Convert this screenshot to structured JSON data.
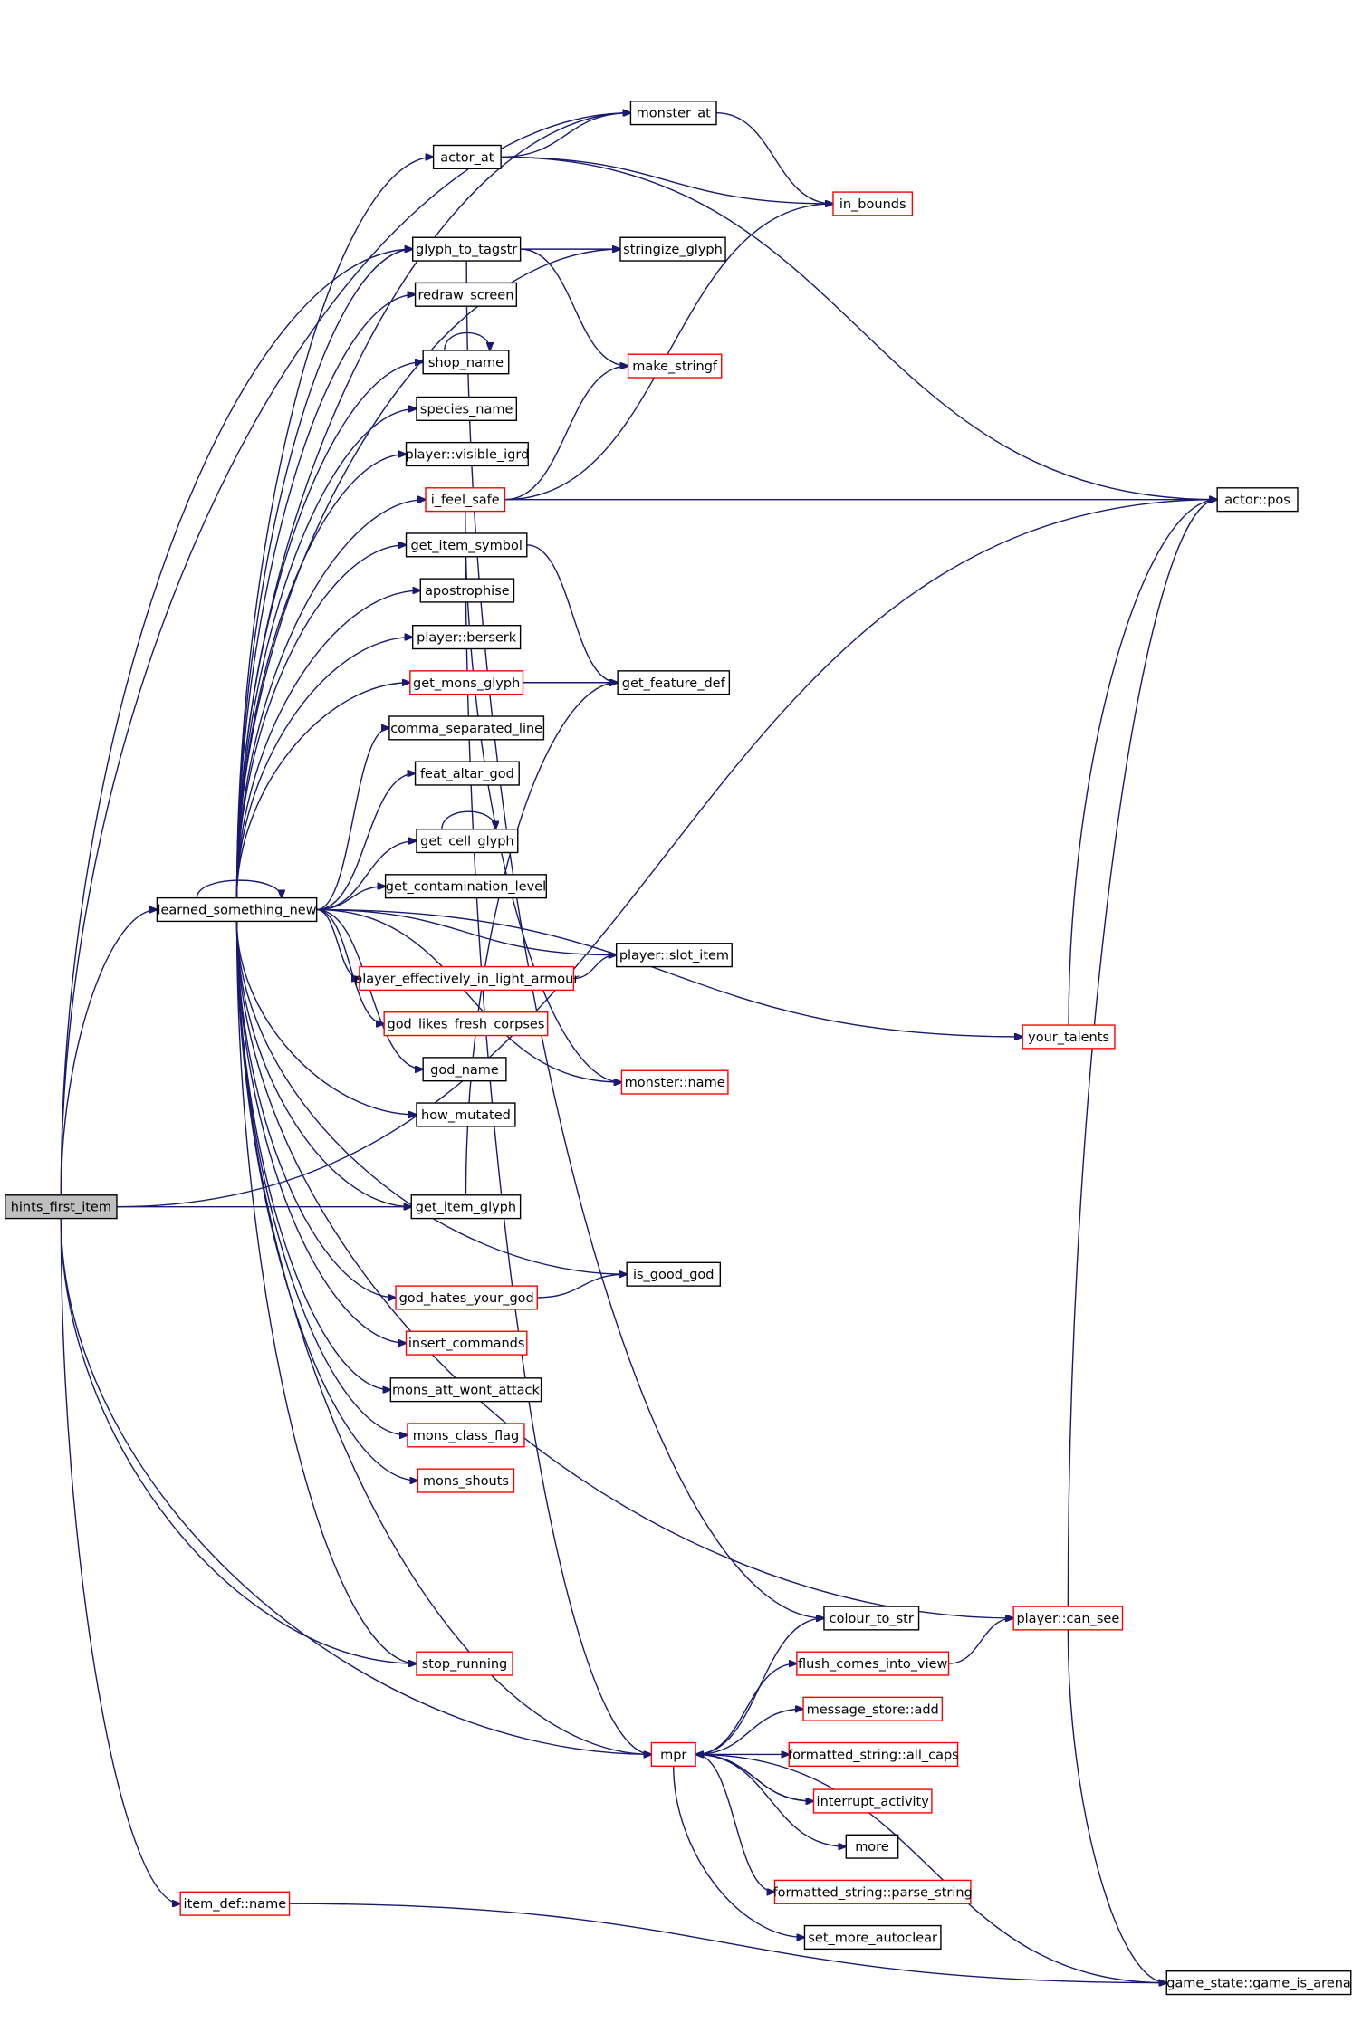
{
  "colors": {
    "edge": "#191970",
    "border_normal": "#000000",
    "border_external": "#ff0000",
    "fill_normal": "#ffffff",
    "fill_root": "#bfbfbf"
  },
  "nodes": {
    "hints_first_item": "hints_first_item",
    "learned_something_new": "learned_something_new",
    "item_def_name": "item_def::name",
    "monster_at": "monster_at",
    "actor_at": "actor_at",
    "in_bounds": "in_bounds",
    "glyph_to_tagstr": "glyph_to_tagstr",
    "stringize_glyph": "stringize_glyph",
    "redraw_screen": "redraw_screen",
    "shop_name": "shop_name",
    "make_stringf": "make_stringf",
    "species_name": "species_name",
    "player_visible_igrd": "player::visible_igrd",
    "i_feel_safe": "i_feel_safe",
    "actor_pos": "actor::pos",
    "get_item_symbol": "get_item_symbol",
    "apostrophise": "apostrophise",
    "player_berserk": "player::berserk",
    "get_mons_glyph": "get_mons_glyph",
    "get_feature_def": "get_feature_def",
    "comma_separated_line": "comma_separated_line",
    "feat_altar_god": "feat_altar_god",
    "get_cell_glyph": "get_cell_glyph",
    "get_contamination_level": "get_contamination_level",
    "player_slot_item": "player::slot_item",
    "player_effectively_in_light_armour": "player_effectively_in_light_armour",
    "god_likes_fresh_corpses": "god_likes_fresh_corpses",
    "your_talents": "your_talents",
    "god_name": "god_name",
    "monster_name": "monster::name",
    "how_mutated": "how_mutated",
    "get_item_glyph": "get_item_glyph",
    "is_good_god": "is_good_god",
    "god_hates_your_god": "god_hates_your_god",
    "insert_commands": "insert_commands",
    "mons_att_wont_attack": "mons_att_wont_attack",
    "mons_class_flag": "mons_class_flag",
    "mons_shouts": "mons_shouts",
    "colour_to_str": "colour_to_str",
    "player_can_see": "player::can_see",
    "stop_running": "stop_running",
    "flush_comes_into_view": "flush_comes_into_view",
    "message_store_add": "message_store::add",
    "mpr": "mpr",
    "formatted_string_all_caps": "formatted_string::all_caps",
    "interrupt_activity": "interrupt_activity",
    "more": "more",
    "formatted_string_parse_string": "formatted_string::parse_string",
    "set_more_autoclear": "set_more_autoclear",
    "game_state_game_is_arena": "game_state::game_is_arena"
  },
  "external_nodes": [
    "in_bounds",
    "make_stringf",
    "i_feel_safe",
    "get_mons_glyph",
    "player_effectively_in_light_armour",
    "god_likes_fresh_corpses",
    "your_talents",
    "monster_name",
    "god_hates_your_god",
    "insert_commands",
    "mons_class_flag",
    "mons_shouts",
    "player_can_see",
    "stop_running",
    "flush_comes_into_view",
    "message_store_add",
    "mpr",
    "formatted_string_all_caps",
    "interrupt_activity",
    "formatted_string_parse_string",
    "item_def_name"
  ],
  "root_node": "hints_first_item",
  "edges": [
    [
      "hints_first_item",
      "learned_something_new"
    ],
    [
      "hints_first_item",
      "monster_at"
    ],
    [
      "hints_first_item",
      "actor_pos"
    ],
    [
      "hints_first_item",
      "glyph_to_tagstr"
    ],
    [
      "hints_first_item",
      "get_item_glyph"
    ],
    [
      "hints_first_item",
      "stop_running"
    ],
    [
      "hints_first_item",
      "mpr"
    ],
    [
      "hints_first_item",
      "item_def_name"
    ],
    [
      "learned_something_new",
      "learned_something_new"
    ],
    [
      "learned_something_new",
      "monster_at"
    ],
    [
      "learned_something_new",
      "actor_at"
    ],
    [
      "learned_something_new",
      "stringize_glyph"
    ],
    [
      "learned_something_new",
      "glyph_to_tagstr"
    ],
    [
      "learned_something_new",
      "redraw_screen"
    ],
    [
      "learned_something_new",
      "shop_name"
    ],
    [
      "learned_something_new",
      "species_name"
    ],
    [
      "learned_something_new",
      "player_visible_igrd"
    ],
    [
      "learned_something_new",
      "i_feel_safe"
    ],
    [
      "learned_something_new",
      "get_item_symbol"
    ],
    [
      "learned_something_new",
      "apostrophise"
    ],
    [
      "learned_something_new",
      "player_berserk"
    ],
    [
      "learned_something_new",
      "get_mons_glyph"
    ],
    [
      "learned_something_new",
      "comma_separated_line"
    ],
    [
      "learned_something_new",
      "feat_altar_god"
    ],
    [
      "learned_something_new",
      "get_cell_glyph"
    ],
    [
      "learned_something_new",
      "get_contamination_level"
    ],
    [
      "learned_something_new",
      "player_slot_item"
    ],
    [
      "learned_something_new",
      "player_effectively_in_light_armour"
    ],
    [
      "learned_something_new",
      "god_likes_fresh_corpses"
    ],
    [
      "learned_something_new",
      "god_name"
    ],
    [
      "learned_something_new",
      "how_mutated"
    ],
    [
      "learned_something_new",
      "monster_name"
    ],
    [
      "learned_something_new",
      "get_item_glyph"
    ],
    [
      "learned_something_new",
      "is_good_god"
    ],
    [
      "learned_something_new",
      "god_hates_your_god"
    ],
    [
      "learned_something_new",
      "insert_commands"
    ],
    [
      "learned_something_new",
      "mons_att_wont_attack"
    ],
    [
      "learned_something_new",
      "mons_class_flag"
    ],
    [
      "learned_something_new",
      "mons_shouts"
    ],
    [
      "learned_something_new",
      "your_talents"
    ],
    [
      "learned_something_new",
      "player_can_see"
    ],
    [
      "learned_something_new",
      "stop_running"
    ],
    [
      "learned_something_new",
      "mpr"
    ],
    [
      "actor_at",
      "monster_at"
    ],
    [
      "actor_at",
      "in_bounds"
    ],
    [
      "actor_at",
      "actor_pos"
    ],
    [
      "monster_at",
      "in_bounds"
    ],
    [
      "glyph_to_tagstr",
      "stringize_glyph"
    ],
    [
      "glyph_to_tagstr",
      "make_stringf"
    ],
    [
      "glyph_to_tagstr",
      "colour_to_str"
    ],
    [
      "shop_name",
      "shop_name"
    ],
    [
      "i_feel_safe",
      "make_stringf"
    ],
    [
      "i_feel_safe",
      "in_bounds"
    ],
    [
      "i_feel_safe",
      "actor_pos"
    ],
    [
      "i_feel_safe",
      "monster_name"
    ],
    [
      "i_feel_safe",
      "mpr"
    ],
    [
      "get_item_symbol",
      "get_feature_def"
    ],
    [
      "get_mons_glyph",
      "get_feature_def"
    ],
    [
      "get_cell_glyph",
      "get_cell_glyph"
    ],
    [
      "player_effectively_in_light_armour",
      "player_slot_item"
    ],
    [
      "get_item_glyph",
      "get_feature_def"
    ],
    [
      "god_hates_your_god",
      "is_good_god"
    ],
    [
      "your_talents",
      "actor_pos"
    ],
    [
      "player_can_see",
      "actor_pos"
    ],
    [
      "player_can_see",
      "game_state_game_is_arena"
    ],
    [
      "flush_comes_into_view",
      "player_can_see"
    ],
    [
      "mpr",
      "colour_to_str"
    ],
    [
      "mpr",
      "flush_comes_into_view"
    ],
    [
      "mpr",
      "message_store_add"
    ],
    [
      "mpr",
      "formatted_string_all_caps"
    ],
    [
      "mpr",
      "interrupt_activity"
    ],
    [
      "mpr",
      "more"
    ],
    [
      "mpr",
      "formatted_string_parse_string"
    ],
    [
      "mpr",
      "set_more_autoclear"
    ],
    [
      "mpr",
      "game_state_game_is_arena"
    ],
    [
      "interrupt_activity",
      "mpr"
    ],
    [
      "item_def_name",
      "game_state_game_is_arena"
    ]
  ]
}
